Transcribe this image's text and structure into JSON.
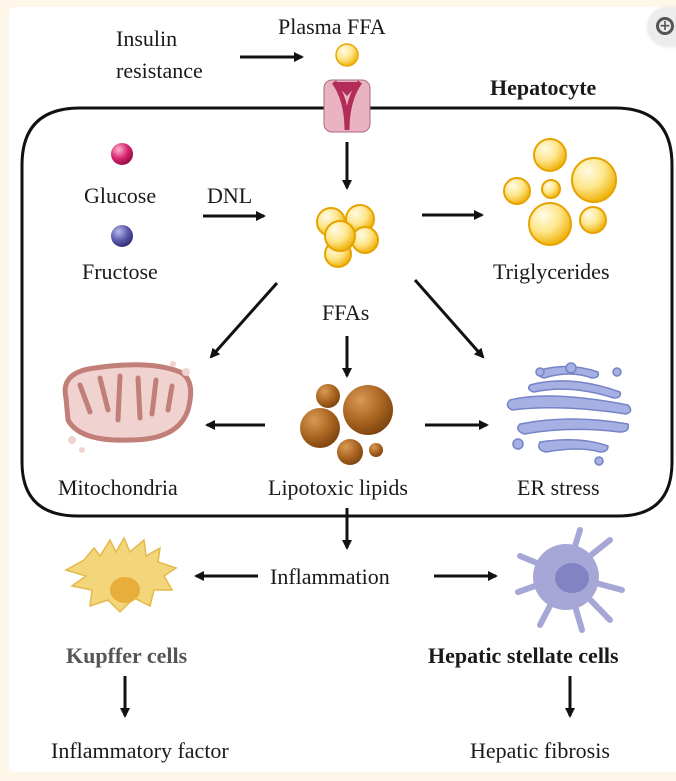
{
  "viewer": {
    "zoom_button_label": "+",
    "zoom_icon": "zoom-in-icon"
  },
  "diagram": {
    "title": "Hepatocyte",
    "colors": {
      "background": "#fdf6e9",
      "panel": "#ffffff",
      "fat_droplet": "#f7c82e",
      "glucose": "#d6256e",
      "fructose": "#5c5aa8",
      "transporter": "#e3a9b8",
      "mitochondria": "#d89a94",
      "lipotoxic": "#a4601f",
      "er": "#9aa6dd",
      "kupffer": "#f2d275",
      "stellate": "#a6a7d6"
    },
    "labels": {
      "insulin_resistance_line1": "Insulin",
      "insulin_resistance_line2": "resistance",
      "plasma_ffa": "Plasma FFA",
      "hepatocyte": "Hepatocyte",
      "glucose": "Glucose",
      "fructose": "Fructose",
      "dnl": "DNL",
      "triglycerides": "Triglycerides",
      "ffas": "FFAs",
      "mitochondria": "Mitochondria",
      "lipotoxic_lipids": "Lipotoxic lipids",
      "er_stress": "ER stress",
      "inflammation": "Inflammation",
      "kupffer_cells": "Kupffer cells",
      "hepatic_stellate_cells": "Hepatic stellate cells",
      "inflammatory_factor": "Inflammatory factor",
      "hepatic_fibrosis": "Hepatic fibrosis"
    },
    "edges": [
      {
        "from": "Insulin resistance",
        "to": "Plasma FFA"
      },
      {
        "from": "Plasma FFA",
        "to": "FFAs"
      },
      {
        "from": "Glucose/Fructose",
        "to": "FFAs",
        "label": "DNL"
      },
      {
        "from": "FFAs",
        "to": "Triglycerides"
      },
      {
        "from": "FFAs",
        "to": "Mitochondria"
      },
      {
        "from": "FFAs",
        "to": "Lipotoxic lipids"
      },
      {
        "from": "FFAs",
        "to": "ER stress"
      },
      {
        "from": "Lipotoxic lipids",
        "to": "Mitochondria"
      },
      {
        "from": "Lipotoxic lipids",
        "to": "ER stress"
      },
      {
        "from": "Lipotoxic lipids",
        "to": "Inflammation"
      },
      {
        "from": "Inflammation",
        "to": "Kupffer cells"
      },
      {
        "from": "Inflammation",
        "to": "Hepatic stellate cells"
      },
      {
        "from": "Kupffer cells",
        "to": "Inflammatory factor"
      },
      {
        "from": "Hepatic stellate cells",
        "to": "Hepatic fibrosis"
      }
    ]
  }
}
